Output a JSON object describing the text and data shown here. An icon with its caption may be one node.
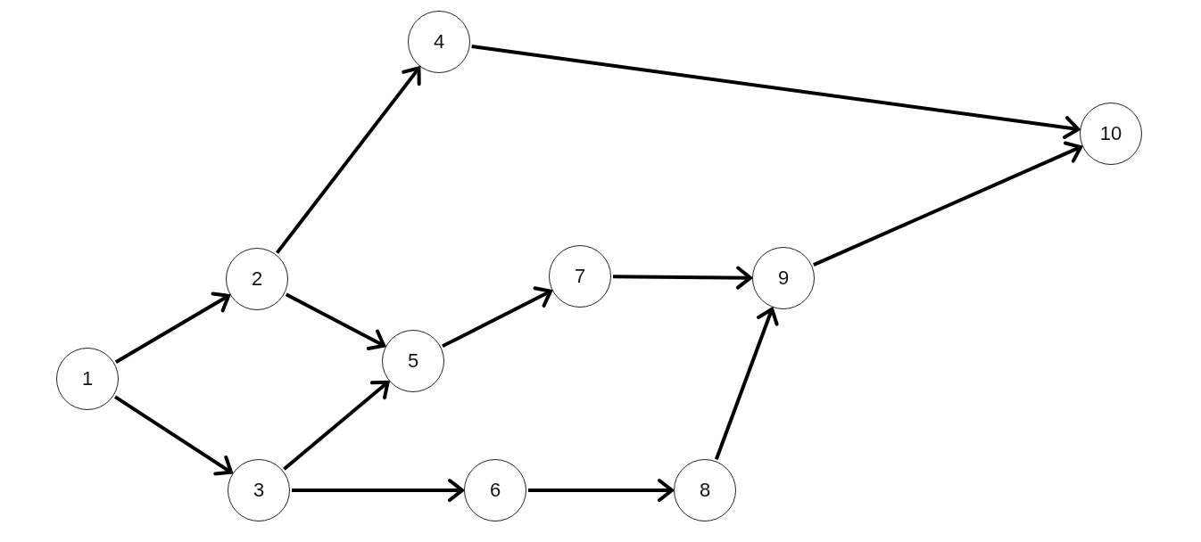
{
  "diagram": {
    "nodes": [
      {
        "text": [
          "1"
        ]
      },
      {
        "text": [
          "2"
        ]
      },
      {
        "text": [
          "3"
        ]
      },
      {
        "text": [
          "4"
        ]
      },
      {
        "text": [
          "5"
        ]
      },
      {
        "text": [
          "6"
        ]
      },
      {
        "text": [
          "7"
        ]
      },
      {
        "text": [
          "8"
        ]
      },
      {
        "text": [
          "9"
        ]
      },
      {
        "text": [
          "10"
        ]
      }
    ],
    "edges": [
      {
        "from": 0,
        "to": 1,
        "arrow": "to"
      },
      {
        "from": 0,
        "to": 2,
        "arrow": "to"
      },
      {
        "from": 1,
        "to": 3,
        "arrow": "to"
      },
      {
        "from": 1,
        "to": 4,
        "arrow": "to"
      },
      {
        "from": 2,
        "to": 4,
        "arrow": "to"
      },
      {
        "from": 2,
        "to": 5,
        "arrow": "to"
      },
      {
        "from": 3,
        "to": 9,
        "arrow": "to"
      },
      {
        "from": 4,
        "to": 6,
        "arrow": "to"
      },
      {
        "from": 5,
        "to": 7,
        "arrow": "to"
      },
      {
        "from": 6,
        "to": 8,
        "arrow": "to"
      },
      {
        "from": 7,
        "to": 8,
        "arrow": "to"
      },
      {
        "from": 8,
        "to": 9,
        "arrow": "to"
      }
    ]
  }
}
